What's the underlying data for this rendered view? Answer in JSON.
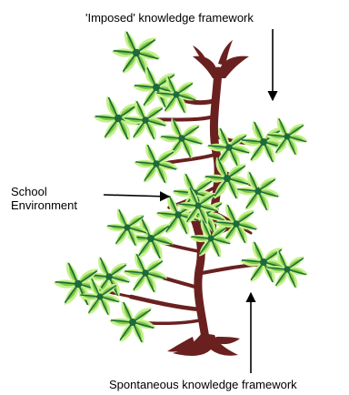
{
  "labels": {
    "imposed": "'Imposed' knowledge framework",
    "school_line1": "School",
    "school_line2": "Environment",
    "spontaneous": "Spontaneous knowledge framework"
  },
  "colors": {
    "trunk": "#6b2020",
    "leaf_light": "#c5f08a",
    "leaf_mid": "#7cc84a",
    "leaf_dark": "#1e6b3a",
    "arrow": "#000000",
    "background": "#ffffff"
  }
}
